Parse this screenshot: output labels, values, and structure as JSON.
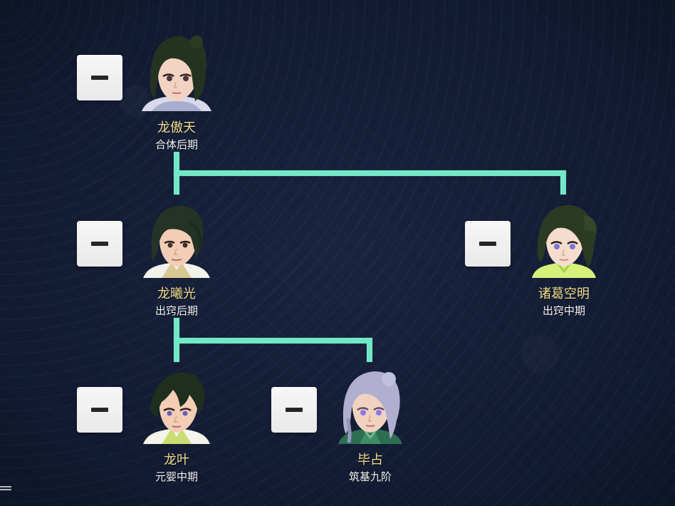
{
  "tree": {
    "nodes": [
      {
        "id": "long-aotian",
        "name": "龙傲天",
        "rank": "合体后期",
        "icon": "minus-icon"
      },
      {
        "id": "long-xiguang",
        "name": "龙曦光",
        "rank": "出窍后期",
        "icon": "minus-icon"
      },
      {
        "id": "zhuge-kongming",
        "name": "诸葛空明",
        "rank": "出窍中期",
        "icon": "minus-icon"
      },
      {
        "id": "long-ye",
        "name": "龙叶",
        "rank": "元婴中期",
        "icon": "minus-icon"
      },
      {
        "id": "bi-zhan",
        "name": "毕占",
        "rank": "筑基九阶",
        "icon": "minus-icon"
      }
    ]
  },
  "colors": {
    "background": "#141f3a",
    "connector": "#72e8c7",
    "name": "#f0dd8f",
    "rank": "#f4f4f4",
    "button": "#f2f2f2"
  }
}
